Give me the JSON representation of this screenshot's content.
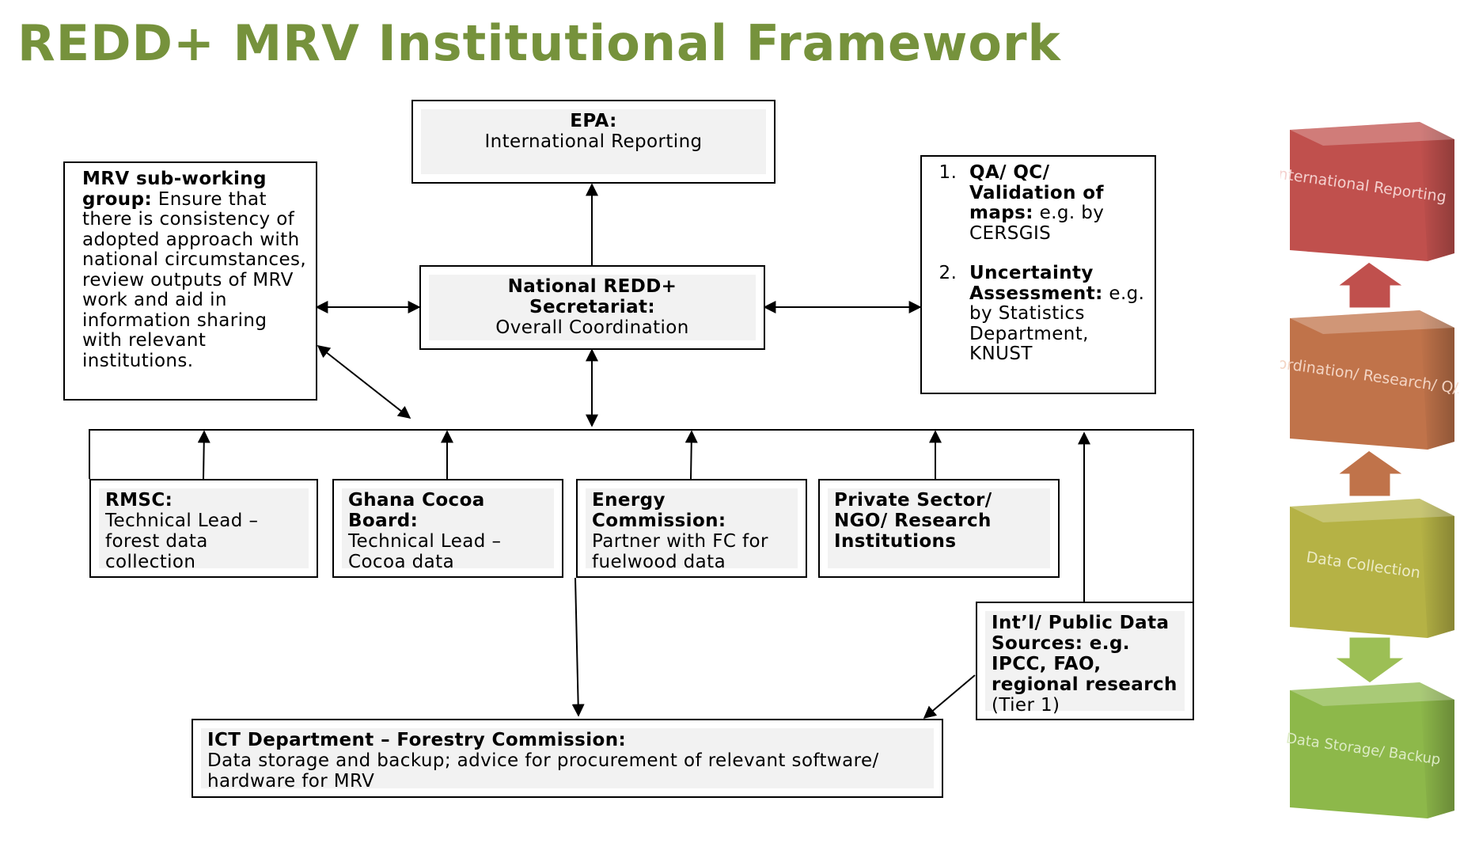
{
  "title": "REDD+ MRV Institutional Framework",
  "boxes": {
    "epa": {
      "heading": "EPA:",
      "text": "International Reporting"
    },
    "secretariat": {
      "heading_line1": "National REDD+",
      "heading_line2": "Secretariat:",
      "text": "Overall Coordination"
    },
    "mrv_group": {
      "heading": "MRV sub-working group:",
      "text": "Ensure that there is consistency of adopted approach with national circumstances, review outputs of MRV work and aid in information sharing with relevant institutions."
    },
    "qa": {
      "item1_heading": "QA/ QC/ Validation of maps:",
      "item1_text": "e.g. by CERSGIS",
      "item2_heading": "Uncertainty Assessment:",
      "item2_text": "e.g. by Statistics Department, KNUST"
    },
    "rmsc": {
      "heading": "RMSC:",
      "text": "Technical Lead – forest data collection"
    },
    "cocoa": {
      "heading": "Ghana Cocoa Board:",
      "text": "Technical Lead – Cocoa data"
    },
    "energy": {
      "heading": "Energy Commission:",
      "text": "Partner with FC for fuelwood data"
    },
    "private": {
      "heading": "Private Sector/ NGO/ Research Institutions"
    },
    "intl": {
      "heading": "Int’l/ Public Data Sources: e.g. IPCC, FAO, regional research",
      "text": "(Tier 1)"
    },
    "ict": {
      "heading": "ICT Department – Forestry Commission:",
      "text": "Data storage and backup; advice for procurement of relevant software/ hardware for MRV"
    }
  },
  "cubes": [
    {
      "label": "International Reporting",
      "color": "#c0504d"
    },
    {
      "label": "Coordination/ Research/ Q/A",
      "color": "#c0734a"
    },
    {
      "label": "Data Collection",
      "color": "#b5b245"
    },
    {
      "label": "Data Storage/ Backup",
      "color": "#8db84a"
    }
  ],
  "colors": {
    "title": "#76923c",
    "box_fill": "#f2f2f2"
  }
}
